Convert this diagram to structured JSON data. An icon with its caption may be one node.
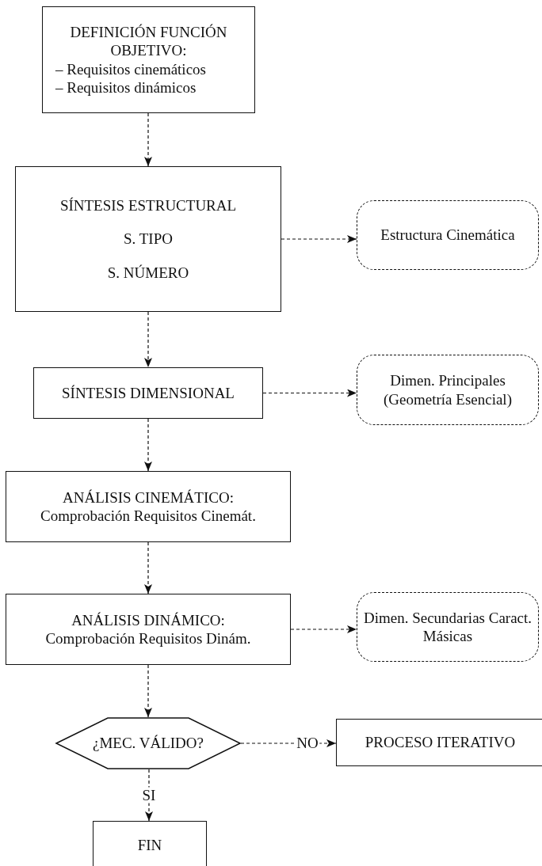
{
  "diagram": {
    "nodes": [
      {
        "text": [
          "DEFINICIÓN FUNCIÓN OBJETIVO:",
          "– Requisitos cinemáticos",
          "– Requisitos dinámicos"
        ]
      },
      {
        "text": [
          "SÍNTESIS ESTRUCTURAL",
          "S. TIPO",
          "S. NÚMERO"
        ]
      },
      {
        "text": [
          "Estructura Cinemática"
        ]
      },
      {
        "text": [
          "SÍNTESIS DIMENSIONAL"
        ]
      },
      {
        "text": [
          "Dimen. Principales (Geometría Esencial)"
        ]
      },
      {
        "text": [
          "ANÁLISIS CINEMÁTICO:",
          "Comprobación Requisitos Cinemát."
        ]
      },
      {
        "text": [
          "ANÁLISIS DINÁMICO:",
          "Comprobación Requisitos Dinám."
        ]
      },
      {
        "text": [
          "Dimen. Secundarias Caract. Másicas"
        ]
      },
      {
        "text": [
          "¿MEC. VÁLIDO?"
        ]
      },
      {
        "text": [
          "PROCESO ITERATIVO"
        ]
      },
      {
        "text": [
          "FIN"
        ]
      }
    ],
    "edges": [
      {
        "from": 0,
        "to": 1,
        "arrow": "to"
      },
      {
        "from": 1,
        "to": 2,
        "arrow": "to"
      },
      {
        "from": 1,
        "to": 3,
        "arrow": "to"
      },
      {
        "from": 3,
        "to": 4,
        "arrow": "to"
      },
      {
        "from": 3,
        "to": 5,
        "arrow": "to"
      },
      {
        "from": 5,
        "to": 6,
        "arrow": "to"
      },
      {
        "from": 6,
        "to": 7,
        "arrow": "to"
      },
      {
        "from": 6,
        "to": 8,
        "arrow": "to"
      },
      {
        "from": 8,
        "to": 9,
        "label": "NO",
        "arrow": "to"
      },
      {
        "from": 8,
        "to": 10,
        "label": "SI",
        "arrow": "to"
      }
    ]
  }
}
